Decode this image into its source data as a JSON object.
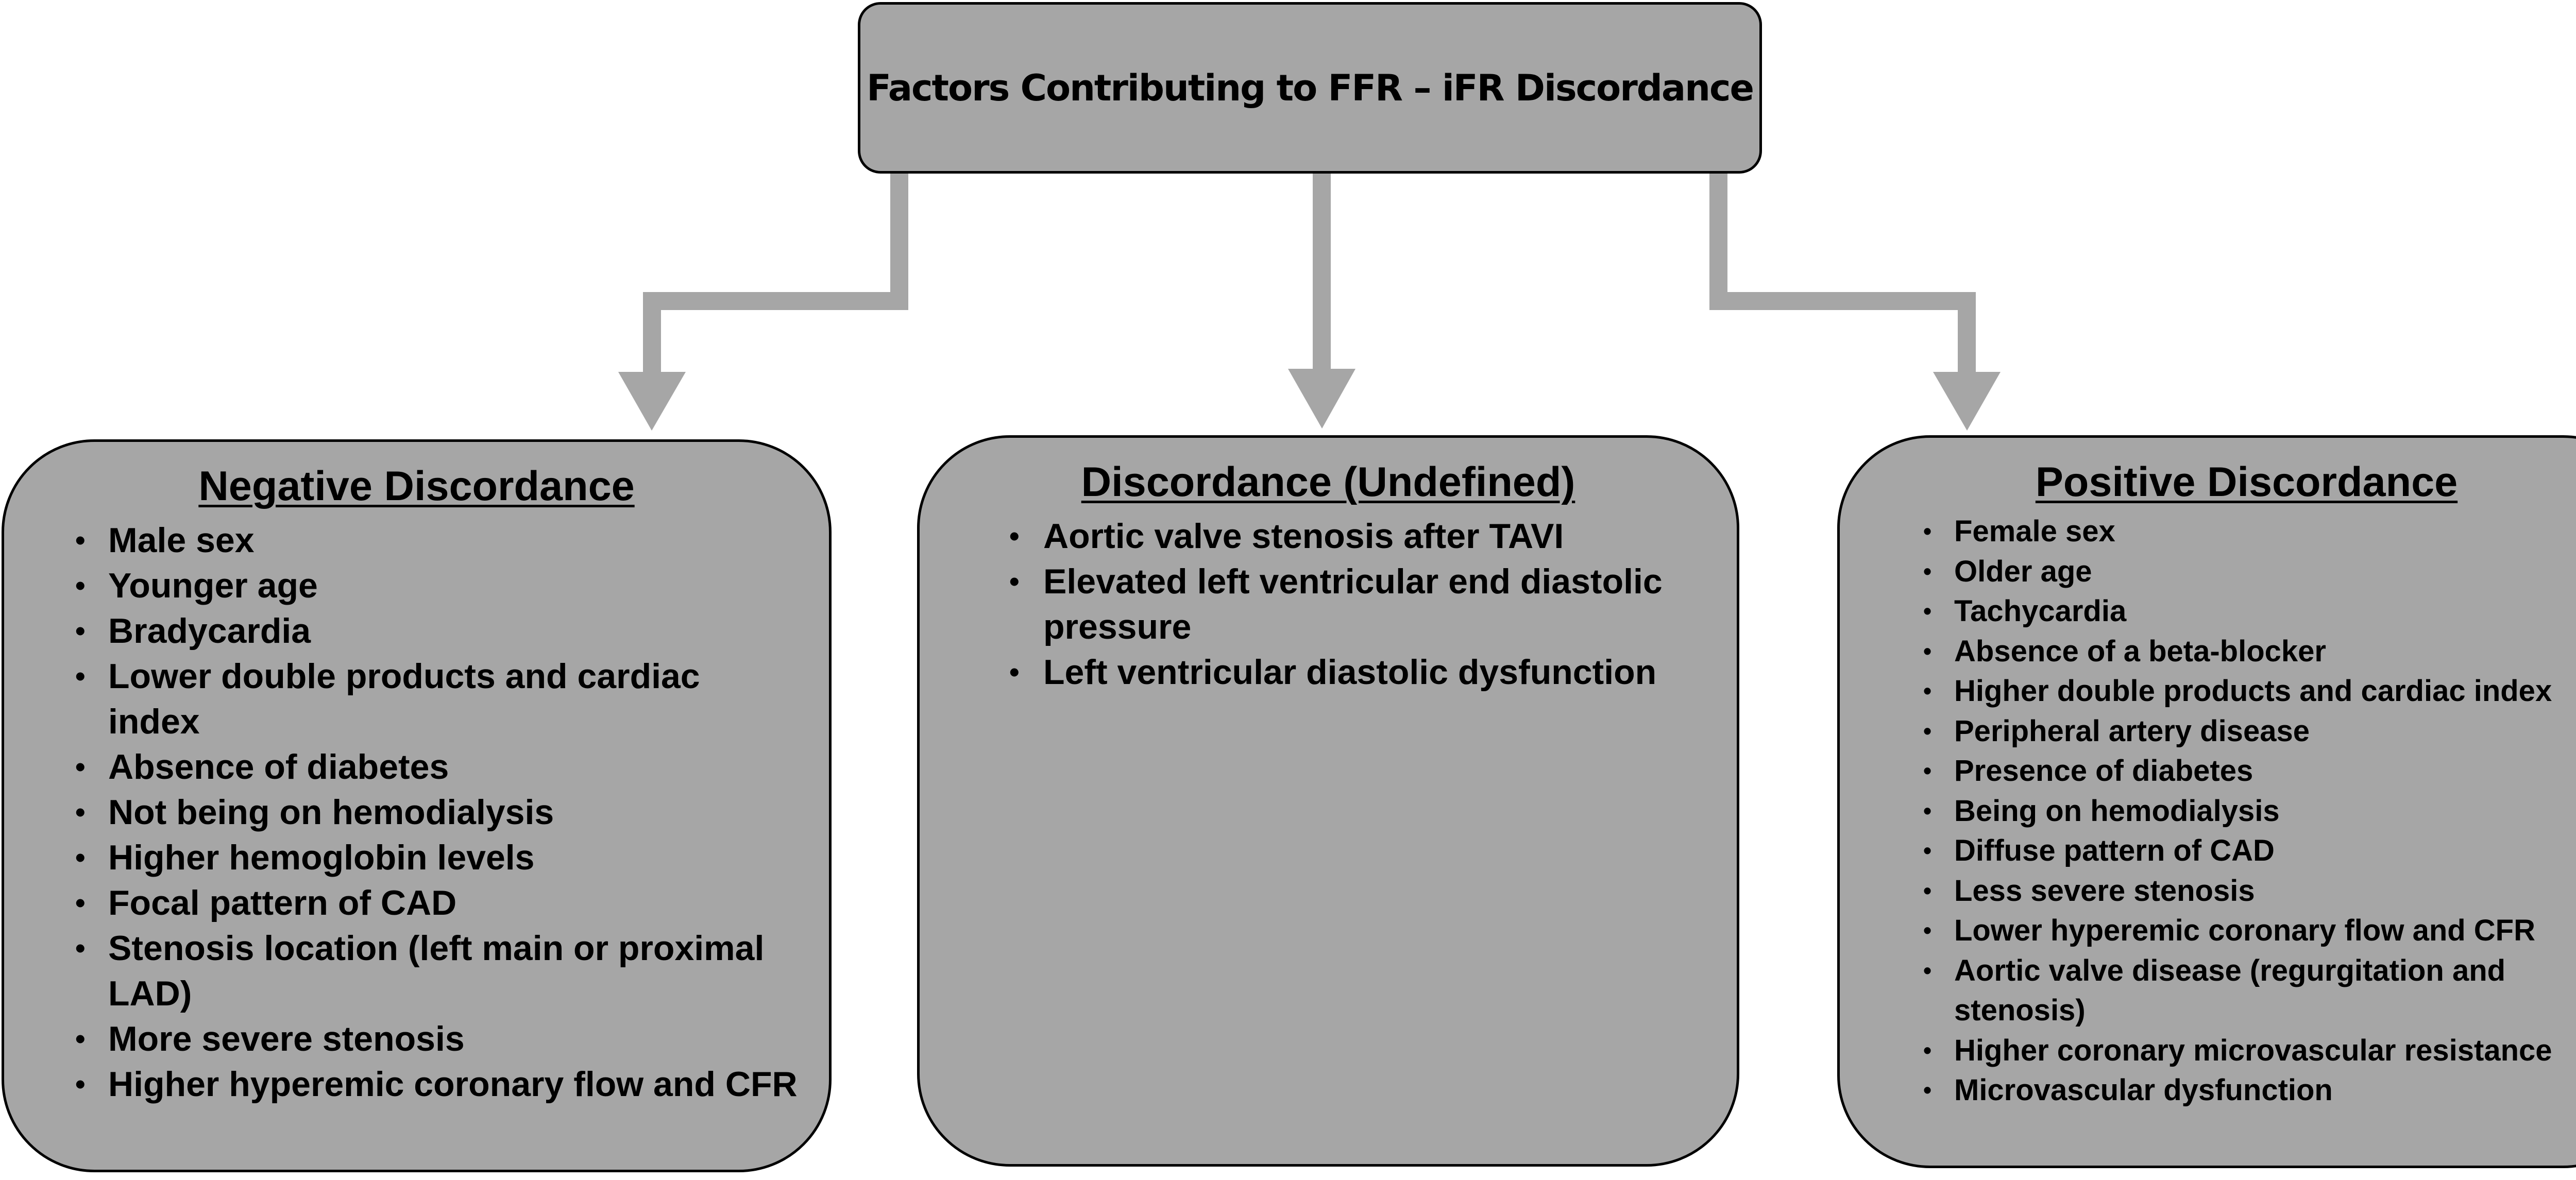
{
  "title": "Factors Contributing to FFR – iFR Discordance",
  "colors": {
    "box_fill": "#a6a6a6",
    "box_border": "#000000",
    "arrow": "#a6a6a6",
    "text": "#000000"
  },
  "categories": [
    {
      "title": "Negative Discordance",
      "items": [
        "Male sex",
        "Younger age",
        "Bradycardia",
        "Lower double products and cardiac index",
        "Absence of diabetes",
        "Not being on hemodialysis",
        "Higher hemoglobin levels",
        "Focal pattern of CAD",
        "Stenosis location (left main or proximal LAD)",
        "More severe stenosis",
        "Higher hyperemic coronary flow and CFR"
      ]
    },
    {
      "title": "Discordance (Undefined)",
      "items": [
        "Aortic valve stenosis after TAVI",
        "Elevated left ventricular end diastolic pressure",
        "Left ventricular diastolic dysfunction"
      ]
    },
    {
      "title": "Positive Discordance",
      "items": [
        "Female sex",
        "Older age",
        "Tachycardia",
        "Absence of a beta-blocker",
        "Higher double products and cardiac index",
        "Peripheral artery disease",
        "Presence of diabetes",
        "Being on hemodialysis",
        "Diffuse pattern of CAD",
        "Less severe stenosis",
        "Lower hyperemic coronary flow and CFR",
        "Aortic valve disease (regurgitation and stenosis)",
        "Higher coronary microvascular resistance",
        "Microvascular dysfunction"
      ]
    }
  ]
}
